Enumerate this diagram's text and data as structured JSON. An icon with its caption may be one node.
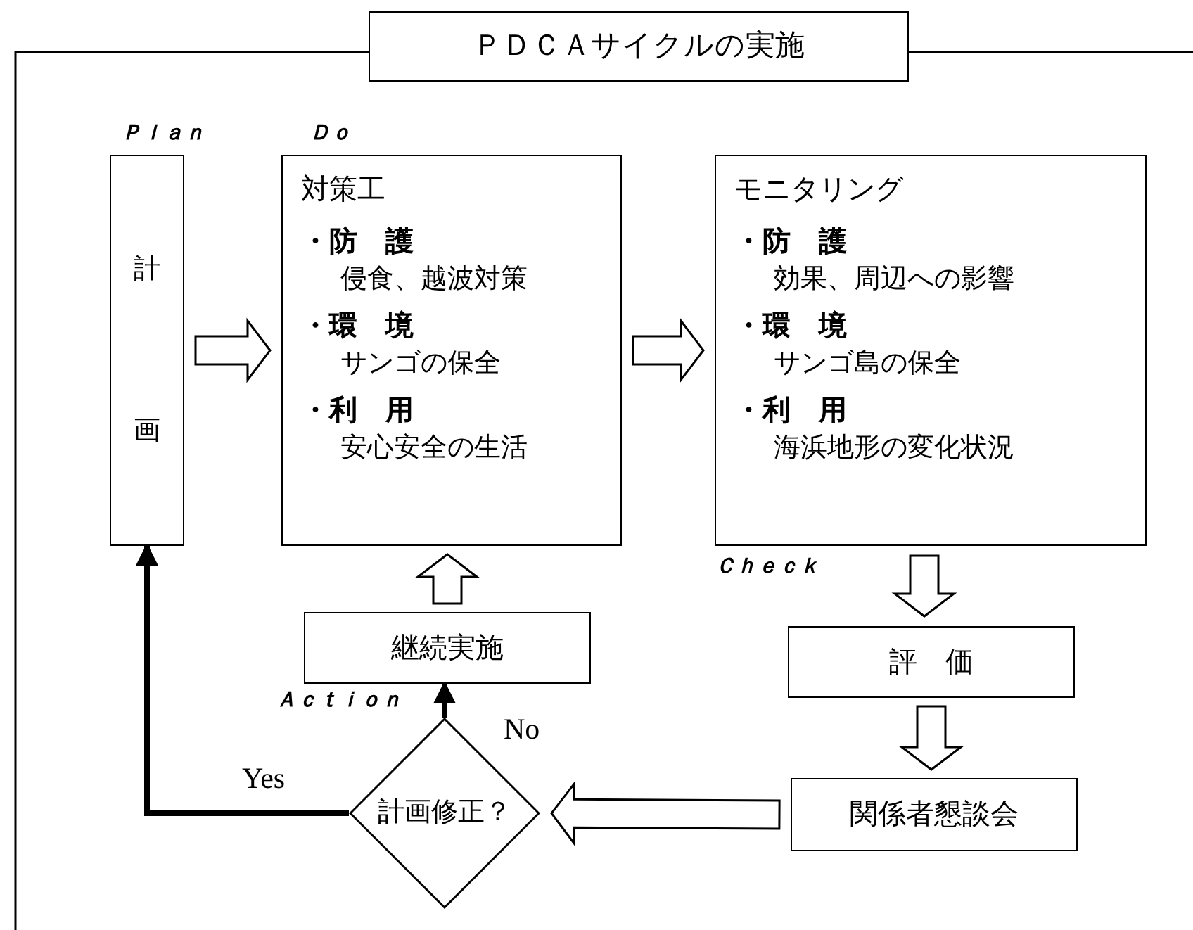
{
  "diagram": {
    "title": "ＰＤＣＡサイクルの実施",
    "nodes": [
      {
        "text": [
          "計画"
        ]
      },
      {
        "text": [
          "対策工",
          "・防　護",
          "侵食、越波対策",
          "・環　境",
          "サンゴの保全",
          "・利　用",
          "安心安全の生活"
        ]
      },
      {
        "text": [
          "モニタリング",
          "・防　護",
          "効果、周辺への影響",
          "・環　境",
          "サンゴ島の保全",
          "・利　用",
          "海浜地形の変化状況"
        ]
      },
      {
        "text": [
          "継続実施"
        ]
      },
      {
        "text": [
          "評　価"
        ]
      },
      {
        "text": [
          "関係者懇談会"
        ]
      },
      {
        "text": [
          "計画修正？"
        ]
      }
    ],
    "edges": [
      {
        "from": 0,
        "to": 1,
        "arrow": "to",
        "style": "thick"
      },
      {
        "from": 1,
        "to": 2,
        "arrow": "to",
        "style": "thick"
      },
      {
        "from": 2,
        "to": 4,
        "arrow": "to",
        "style": "thick"
      },
      {
        "from": 4,
        "to": 5,
        "arrow": "to",
        "style": "thick"
      },
      {
        "from": 5,
        "to": 6,
        "arrow": "to",
        "style": "thick"
      },
      {
        "from": 6,
        "to": 3,
        "arrow": "to",
        "label": "No"
      },
      {
        "from": 3,
        "to": 1,
        "arrow": "to",
        "style": "thick"
      },
      {
        "from": 6,
        "to": 0,
        "arrow": "to",
        "label": "Yes"
      }
    ],
    "labels": [
      "Ｐｌａｎ",
      "Ｄｏ",
      "Ｃｈｅｃｋ",
      "Ａｃｔｉｏｎ"
    ]
  }
}
